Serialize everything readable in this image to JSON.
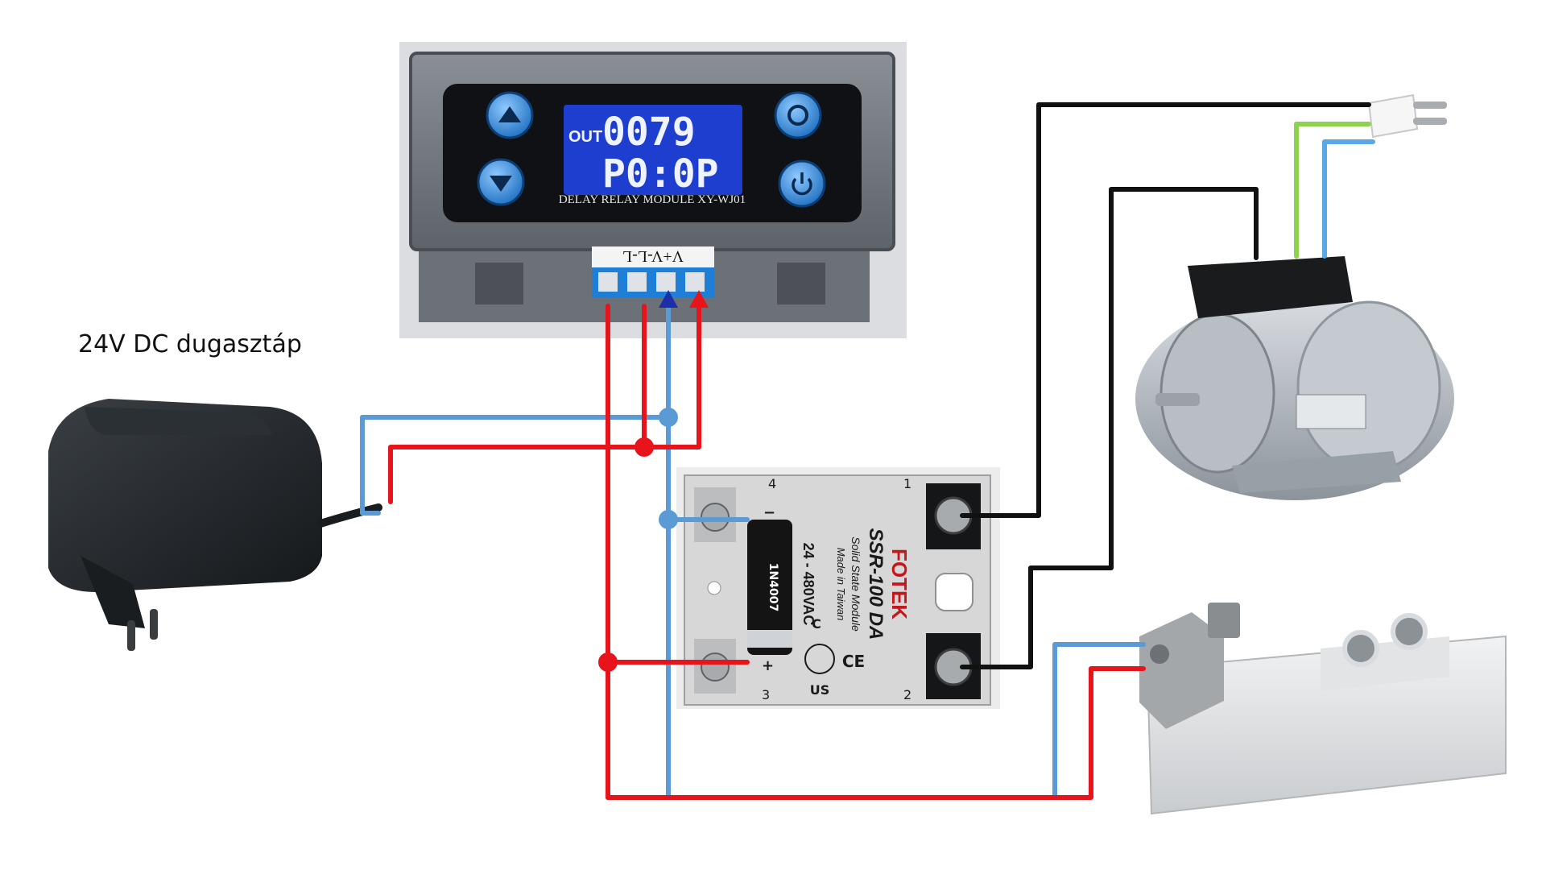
{
  "psu_label": "24V DC dugasztáp",
  "timer_module": {
    "model_label": "DELAY RELAY MODULE XY-WJ01",
    "display_top_tag": "OUT",
    "display_top_value": "0079",
    "display_bottom_value": "P0:0P",
    "terminal_labels": "V+V-L-L",
    "buttons": [
      "up-button",
      "down-button",
      "set-button",
      "power-button"
    ]
  },
  "ssr": {
    "brand": "FOTEK",
    "model": "SSR-100 DA",
    "subtitle": "Solid State Module",
    "origin": "Made in Taiwan",
    "rating": "24 - 480VAC",
    "terminals": [
      "1",
      "2",
      "3",
      "4"
    ],
    "polarity_plus": "+",
    "polarity_minus": "−",
    "cert_ce": "CE",
    "cert_us": "US",
    "cert_c": "C"
  },
  "diode": {
    "label": "1N4007"
  },
  "wire_colors": {
    "positive": "#e8141b",
    "negative": "#5b9bd5",
    "phase": "#111111",
    "earth": "#8fd14f",
    "neutral": "#5aa9e6"
  }
}
